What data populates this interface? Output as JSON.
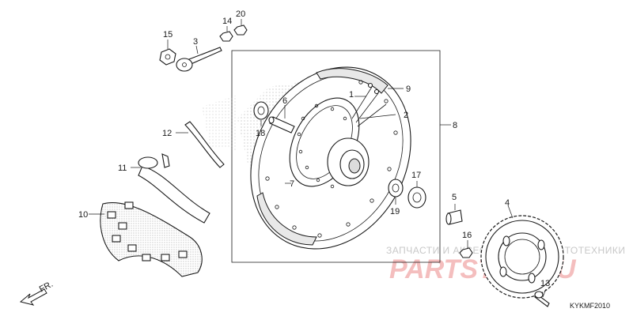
{
  "diagram_code": "KYKMF2010",
  "direction_label": "FR.",
  "watermark": {
    "caption": "ЗАПЧАСТИ И АКСЕССУАРЫ ДЛЯ МОТОТЕХНИКИ",
    "site": "PARTSTOP.RU"
  },
  "callouts": [
    "1",
    "2",
    "3",
    "4",
    "5",
    "6",
    "7",
    "8",
    "9",
    "10",
    "11",
    "12",
    "13",
    "14",
    "15",
    "16",
    "17",
    "18",
    "19",
    "20"
  ]
}
